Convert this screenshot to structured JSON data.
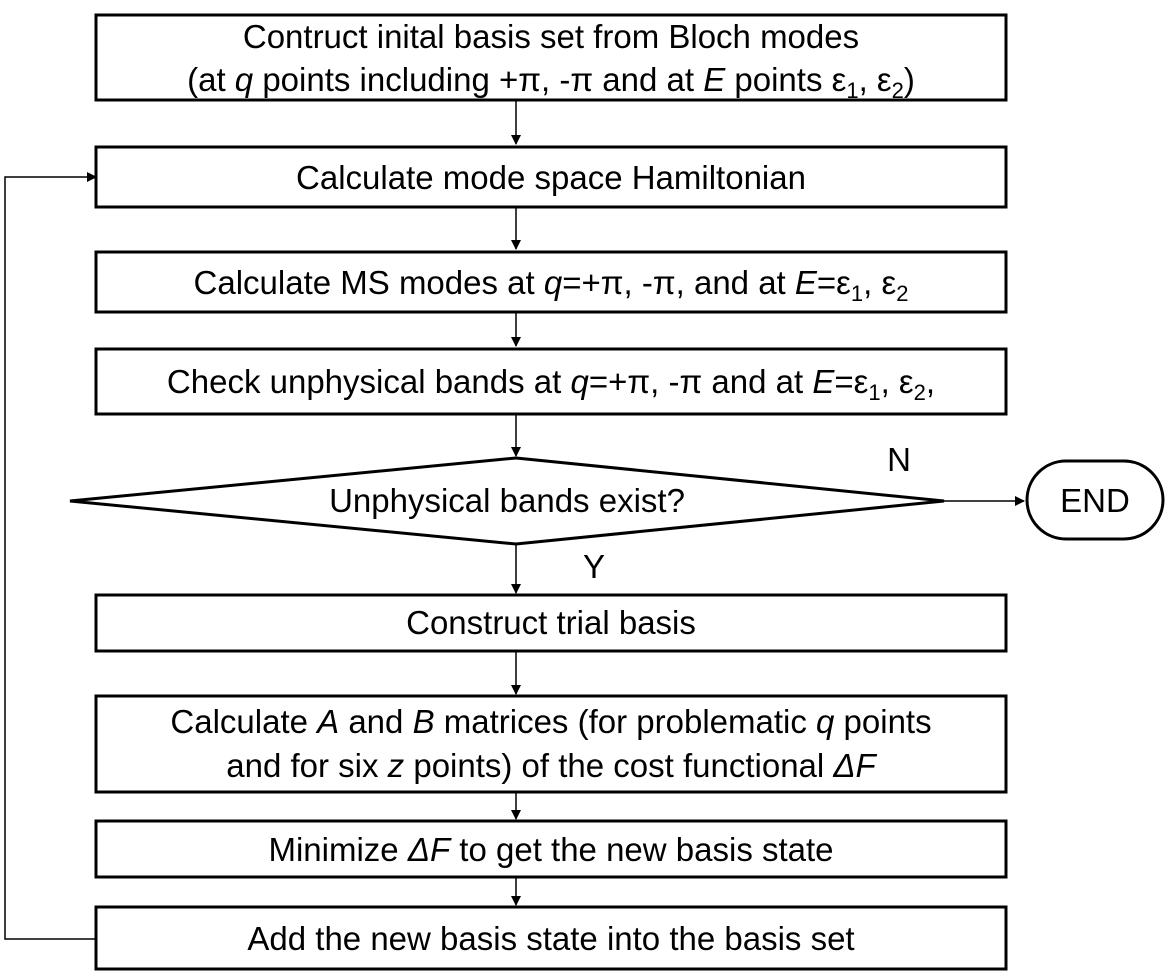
{
  "flowchart": {
    "steps": [
      {
        "id": "initial-basis",
        "lines": [
          [
            {
              "t": "Contruct inital basis set from Bloch modes"
            }
          ],
          [
            {
              "t": "(at "
            },
            {
              "t": "q",
              "i": true
            },
            {
              "t": " points including +π, -π and at "
            },
            {
              "t": "E",
              "i": true
            },
            {
              "t": " points ε"
            },
            {
              "t": "1",
              "sub": true
            },
            {
              "t": ", ε"
            },
            {
              "t": "2",
              "sub": true
            },
            {
              "t": ")"
            }
          ]
        ]
      },
      {
        "id": "mode-space-hamiltonian",
        "lines": [
          [
            {
              "t": "Calculate mode space Hamiltonian"
            }
          ]
        ]
      },
      {
        "id": "ms-modes",
        "lines": [
          [
            {
              "t": "Calculate MS modes at "
            },
            {
              "t": "q",
              "i": true
            },
            {
              "t": "=+π, -π, and at "
            },
            {
              "t": "E",
              "i": true
            },
            {
              "t": "=ε"
            },
            {
              "t": "1",
              "sub": true
            },
            {
              "t": ", ε"
            },
            {
              "t": "2",
              "sub": true
            }
          ]
        ]
      },
      {
        "id": "check-unphysical",
        "lines": [
          [
            {
              "t": "Check unphysical bands at "
            },
            {
              "t": "q",
              "i": true
            },
            {
              "t": "=+π, -π and at "
            },
            {
              "t": "E",
              "i": true
            },
            {
              "t": "=ε"
            },
            {
              "t": "1",
              "sub": true
            },
            {
              "t": ", ε"
            },
            {
              "t": "2",
              "sub": true
            },
            {
              "t": ","
            }
          ]
        ]
      },
      {
        "id": "decision",
        "lines": [
          [
            {
              "t": "Unphysical bands exist?"
            }
          ]
        ]
      },
      {
        "id": "trial-basis",
        "lines": [
          [
            {
              "t": "Construct trial basis"
            }
          ]
        ]
      },
      {
        "id": "ab-matrices",
        "lines": [
          [
            {
              "t": "Calculate "
            },
            {
              "t": "A",
              "i": true
            },
            {
              "t": " and "
            },
            {
              "t": "B",
              "i": true
            },
            {
              "t": " matrices (for problematic "
            },
            {
              "t": "q",
              "i": true
            },
            {
              "t": " points"
            }
          ],
          [
            {
              "t": "and for six "
            },
            {
              "t": "z",
              "i": true
            },
            {
              "t": " points) of the cost functional "
            },
            {
              "t": "ΔF",
              "i": true
            }
          ]
        ]
      },
      {
        "id": "minimize",
        "lines": [
          [
            {
              "t": "Minimize "
            },
            {
              "t": "ΔF",
              "i": true
            },
            {
              "t": " to get the new basis state"
            }
          ]
        ]
      },
      {
        "id": "add-basis",
        "lines": [
          [
            {
              "t": "Add the new basis state into the basis set"
            }
          ]
        ]
      }
    ],
    "end_label": "END",
    "no_label": "N",
    "yes_label": "Y"
  }
}
